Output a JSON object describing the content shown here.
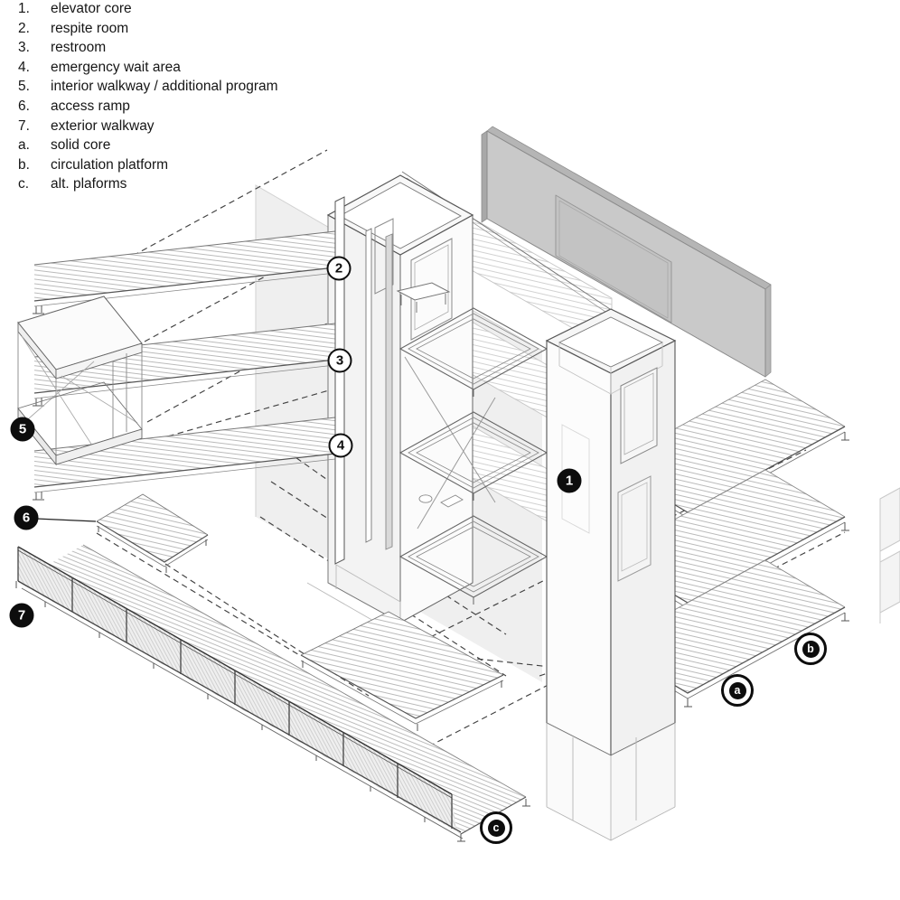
{
  "legend": {
    "items": [
      {
        "num": "1.",
        "label": "elevator core"
      },
      {
        "num": "2.",
        "label": "respite room"
      },
      {
        "num": "3.",
        "label": "restroom"
      },
      {
        "num": "4.",
        "label": "emergency wait area"
      },
      {
        "num": "5.",
        "label": "interior walkway / additional program"
      },
      {
        "num": "6.",
        "label": "access ramp"
      },
      {
        "num": "7.",
        "label": "exterior walkway"
      },
      {
        "num": "a.",
        "label": "solid core"
      },
      {
        "num": "b.",
        "label": "circulation platform"
      },
      {
        "num": "c.",
        "label": "alt. plaforms"
      }
    ]
  },
  "markers": {
    "m1": {
      "label": "1"
    },
    "m2": {
      "label": "2"
    },
    "m3": {
      "label": "3"
    },
    "m4": {
      "label": "4"
    },
    "m5": {
      "label": "5"
    },
    "m6": {
      "label": "6"
    },
    "m7": {
      "label": "7"
    },
    "ma": {
      "label": "a"
    },
    "mb": {
      "label": "b"
    },
    "mc": {
      "label": "c"
    }
  },
  "colors": {
    "wall_gray": "#c9c9c9",
    "tint": "#e9e9e9",
    "line": "#555555",
    "marker_black": "#0d0d0d"
  }
}
